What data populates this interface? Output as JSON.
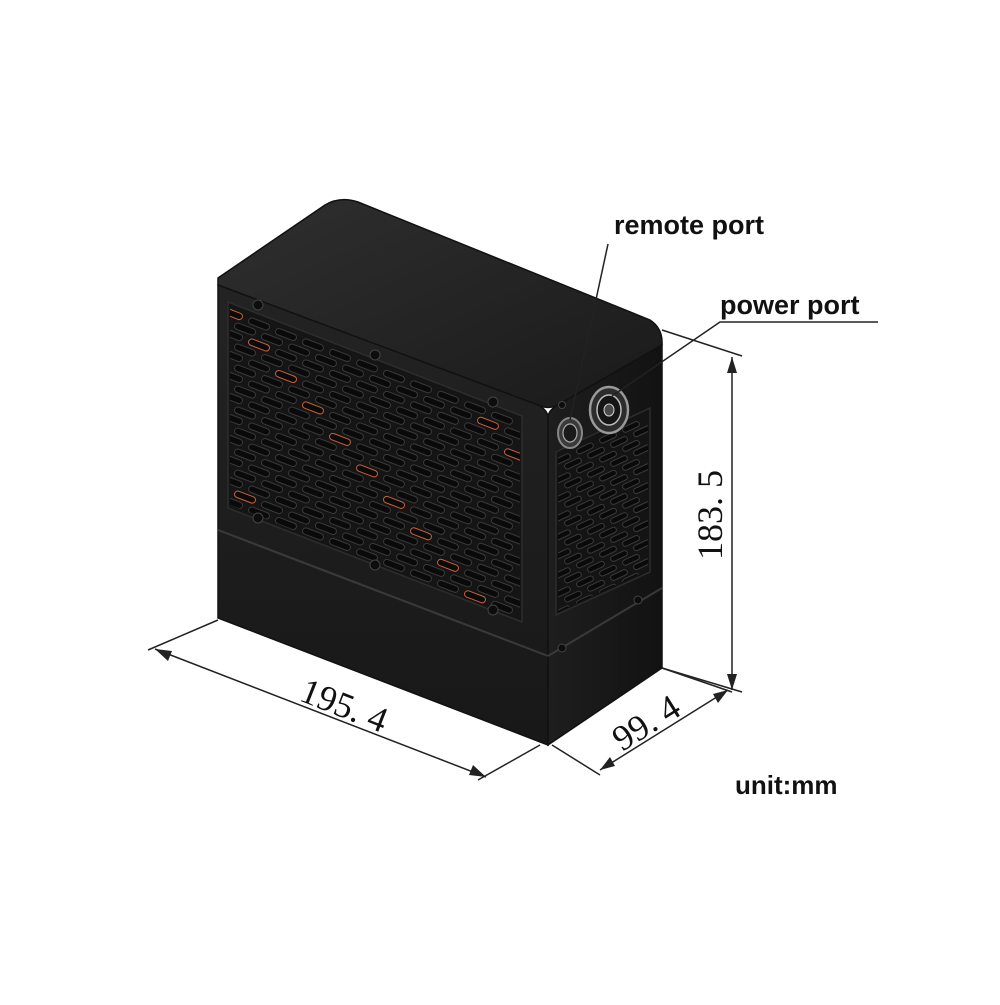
{
  "labels": {
    "remote_port": "remote port",
    "power_port": "power port",
    "unit": "unit:mm"
  },
  "dimensions": {
    "width": "195. 4",
    "depth": "99. 4",
    "height": "183. 5"
  },
  "colors": {
    "body_dark": "#1c1c1c",
    "body_top": "#262626",
    "vent_hole": "#0a0a0a",
    "accent_copper": "#c8603a",
    "line": "#222222"
  }
}
